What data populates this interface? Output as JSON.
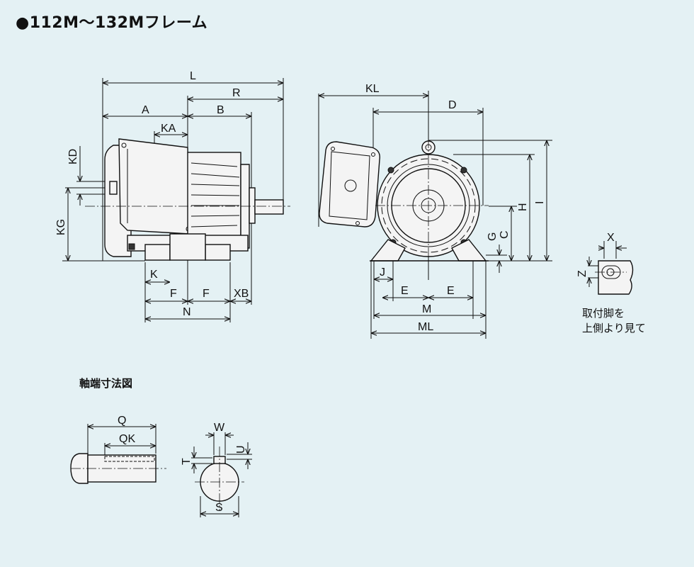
{
  "title": "●112M〜132Mフレーム",
  "shaft_section_title": "軸端寸法図",
  "foot_caption": [
    "取付脚を",
    "上側より見て"
  ],
  "dimension_labels": {
    "L": "L",
    "R": "R",
    "A": "A",
    "B": "B",
    "KA": "KA",
    "KD": "KD",
    "KG": "KG",
    "K": "K",
    "F1": "F",
    "F2": "F",
    "XB": "XB",
    "N": "N",
    "KL": "KL",
    "D": "D",
    "I": "I",
    "H": "H",
    "C": "C",
    "G": "G",
    "J": "J",
    "E1": "E",
    "E2": "E",
    "M": "M",
    "ML": "ML",
    "X": "X",
    "Z": "Z",
    "Q": "Q",
    "QK": "QK",
    "W": "W",
    "U": "U",
    "T": "T",
    "S": "S"
  },
  "colors": {
    "background": "#e4f1f4",
    "line": "#111111"
  }
}
